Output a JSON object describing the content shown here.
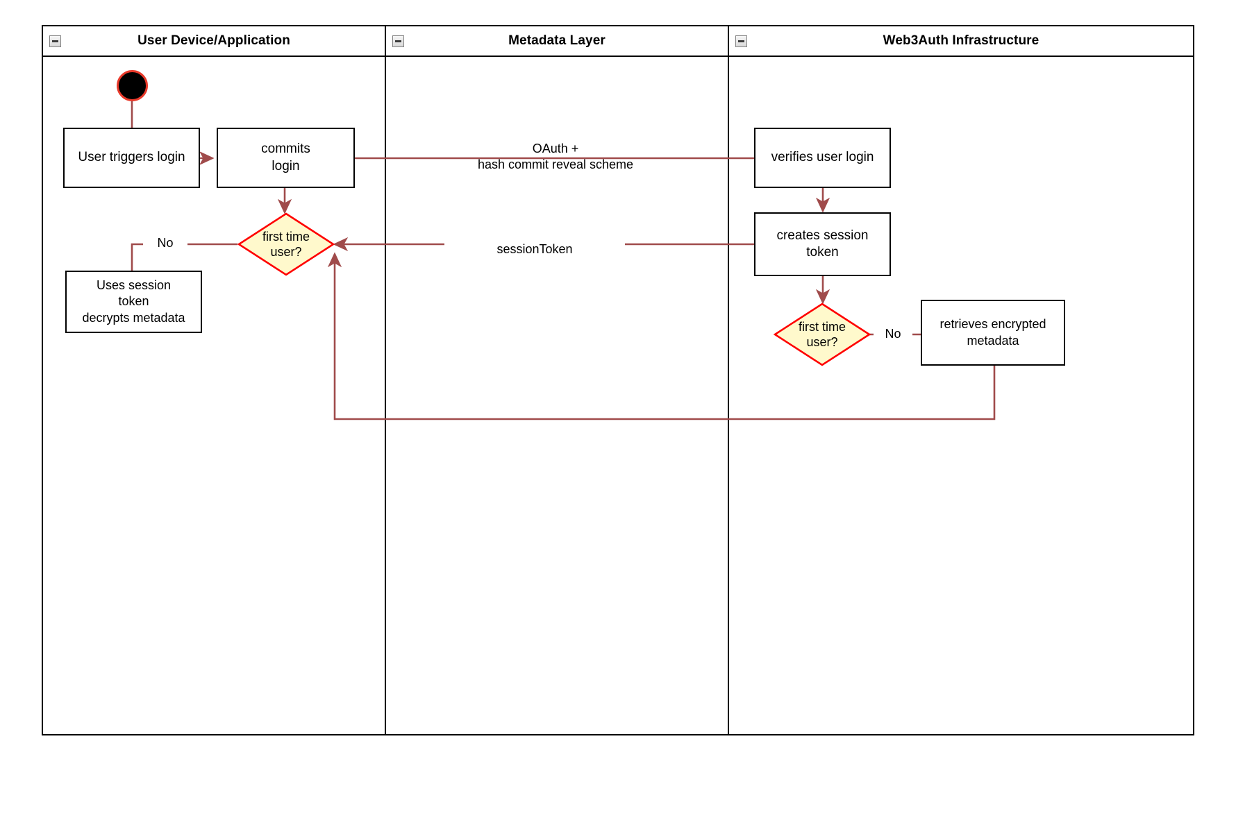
{
  "diagram": {
    "type": "swimlane-activity-diagram",
    "colors": {
      "lane_border": "#000000",
      "node_border": "#000000",
      "node_fill": "#ffffff",
      "decision_fill": "#fff9cc",
      "decision_border": "#ff0000",
      "connector": "#a04b4b",
      "start_node_fill": "#000000",
      "start_node_ring": "#e8392a",
      "text": "#000000"
    },
    "lanes": [
      {
        "id": "lane-user-device",
        "title": "User Device/Application",
        "collapse_icon": "minus-box-icon"
      },
      {
        "id": "lane-metadata",
        "title": "Metadata Layer",
        "collapse_icon": "minus-box-icon"
      },
      {
        "id": "lane-web3auth",
        "title": "Web3Auth Infrastructure",
        "collapse_icon": "minus-box-icon"
      }
    ],
    "nodes": [
      {
        "id": "start",
        "lane": "lane-user-device",
        "shape": "initial-node",
        "label": ""
      },
      {
        "id": "user-triggers-login",
        "lane": "lane-user-device",
        "shape": "activity",
        "label": "User triggers login"
      },
      {
        "id": "commits-login",
        "lane": "lane-user-device",
        "shape": "activity",
        "label": "commits\nlogin"
      },
      {
        "id": "first-time-user-left",
        "lane": "lane-user-device",
        "shape": "decision",
        "label": "first time\nuser?"
      },
      {
        "id": "uses-session-token",
        "lane": "lane-user-device",
        "shape": "activity",
        "label": "Uses session\ntoken\ndecrypts metadata"
      },
      {
        "id": "verifies-user-login",
        "lane": "lane-web3auth",
        "shape": "activity",
        "label": "verifies user login"
      },
      {
        "id": "creates-session-token",
        "lane": "lane-web3auth",
        "shape": "activity",
        "label": "creates session\ntoken"
      },
      {
        "id": "first-time-user-right",
        "lane": "lane-web3auth",
        "shape": "decision",
        "label": "first time\nuser?"
      },
      {
        "id": "retrieves-encrypted-metadata",
        "lane": "lane-web3auth",
        "shape": "activity",
        "label": "retrieves encrypted\nmetadata"
      }
    ],
    "edge_labels": {
      "oauth": "OAuth +\nhash commit reveal scheme",
      "session_token": "sessionToken",
      "no_left": "No",
      "no_right": "No"
    },
    "edges": [
      {
        "from": "start",
        "to": "user-triggers-login",
        "label": ""
      },
      {
        "from": "user-triggers-login",
        "to": "commits-login",
        "label": ""
      },
      {
        "from": "commits-login",
        "to": "first-time-user-left",
        "label": ""
      },
      {
        "from": "commits-login",
        "to": "verifies-user-login",
        "label": "OAuth +\nhash commit reveal scheme"
      },
      {
        "from": "verifies-user-login",
        "to": "creates-session-token",
        "label": ""
      },
      {
        "from": "creates-session-token",
        "to": "first-time-user-left",
        "label": "sessionToken"
      },
      {
        "from": "first-time-user-left",
        "to": "uses-session-token",
        "label": "No"
      },
      {
        "from": "creates-session-token",
        "to": "first-time-user-right",
        "label": "",
        "style": "bidirectional"
      },
      {
        "from": "first-time-user-right",
        "to": "retrieves-encrypted-metadata",
        "label": "No"
      },
      {
        "from": "retrieves-encrypted-metadata",
        "to": "first-time-user-left",
        "label": ""
      }
    ]
  }
}
